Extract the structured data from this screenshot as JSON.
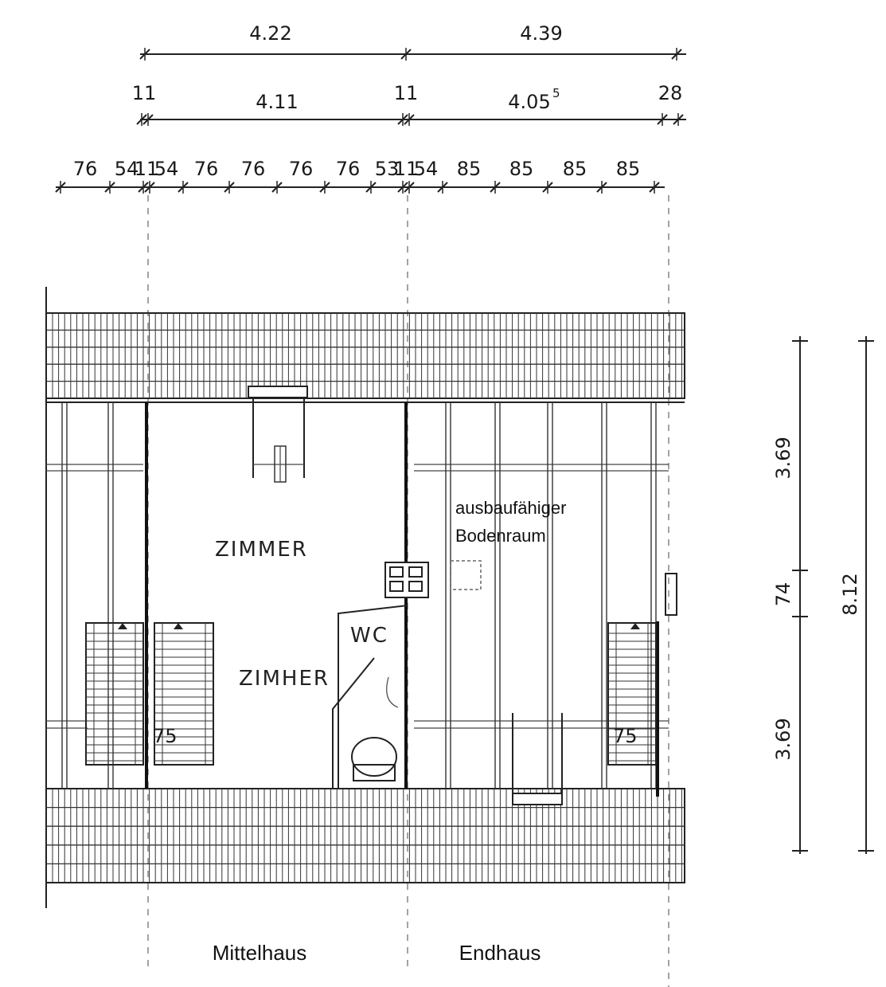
{
  "dimensions": {
    "top_row_1": [
      "4.22",
      "4.39"
    ],
    "top_row_2": {
      "a": "11",
      "b": "4.11",
      "c": "11",
      "d": "4.05",
      "d_sup": "5",
      "e": "28"
    },
    "top_row_3": [
      "76",
      "54",
      "11",
      "54",
      "76",
      "76",
      "76",
      "76",
      "53",
      "11",
      "54",
      "85",
      "85",
      "85",
      "85"
    ],
    "right_inner": [
      "3.69",
      "74",
      "3.69"
    ],
    "right_outer": "8.12",
    "stair_width": "75"
  },
  "labels": {
    "zimmer_1": "ZIMMER",
    "zimmer_2": "ZIMHER",
    "wc": "WC",
    "bodenraum_line1": "ausbaufähiger",
    "bodenraum_line2": "Bodenraum",
    "mittelhaus": "Mittelhaus",
    "endhaus": "Endhaus"
  }
}
